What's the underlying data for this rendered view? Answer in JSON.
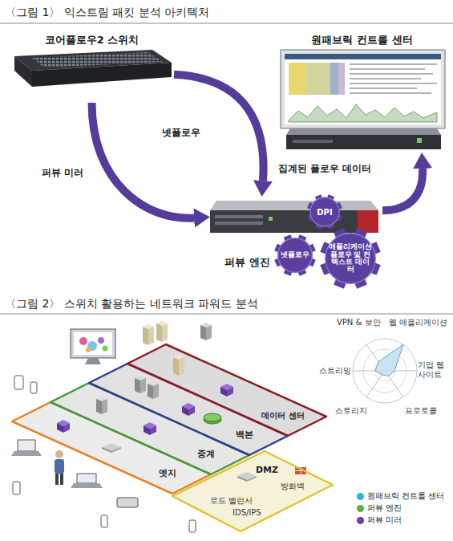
{
  "diagram": {
    "title": "〈그림 1〉 익스트림 패킷 분석 아키텍처",
    "nodes": [
      {
        "text": [
          "코어플로우2 스위치"
        ]
      },
      {
        "text": [
          "원패브릭 컨트롤 센터"
        ]
      },
      {
        "text": [
          "퍼뷰 엔진"
        ]
      },
      {
        "text": [
          "DPI"
        ],
        "in": 2
      },
      {
        "text": [
          "넷플로우"
        ],
        "in": 2
      },
      {
        "text": [
          "애플리케이션 플로우 및 컨텍스트 데이터"
        ],
        "in": 2
      },
      {
        "text": [
          "엣지"
        ]
      },
      {
        "text": [
          "중계"
        ]
      },
      {
        "text": [
          "백본"
        ]
      },
      {
        "text": [
          "데이터 센터"
        ]
      },
      {
        "text": [
          "DMZ"
        ]
      }
    ],
    "edges": [
      {
        "from": 0,
        "to": 2,
        "arrow": "to",
        "label": "퍼뷰 미러"
      },
      {
        "from": 0,
        "to": 2,
        "arrow": "to",
        "label": "넷플로우"
      },
      {
        "from": 2,
        "to": 1,
        "arrow": "to",
        "label": "집계된 플로우 데이터"
      }
    ],
    "labels": [
      "〈그림 2〉 스위치 활용하는 네트워크 파워드 분석",
      "VPN & 보안",
      "웹 애플리케이션",
      "스트리밍",
      "기업 웹사이트",
      "스토리지",
      "프로토콜",
      "방화벽",
      "로드 밸런서",
      "IDS/IPS"
    ],
    "legend": [
      {
        "text": "원패브릭 컨트롤 센터",
        "color": "#2bb3d9"
      },
      {
        "text": "퍼뷰 엔진",
        "color": "#5fae3c"
      },
      {
        "text": "퍼뷰 미러",
        "color": "#6a3fa0"
      }
    ]
  }
}
